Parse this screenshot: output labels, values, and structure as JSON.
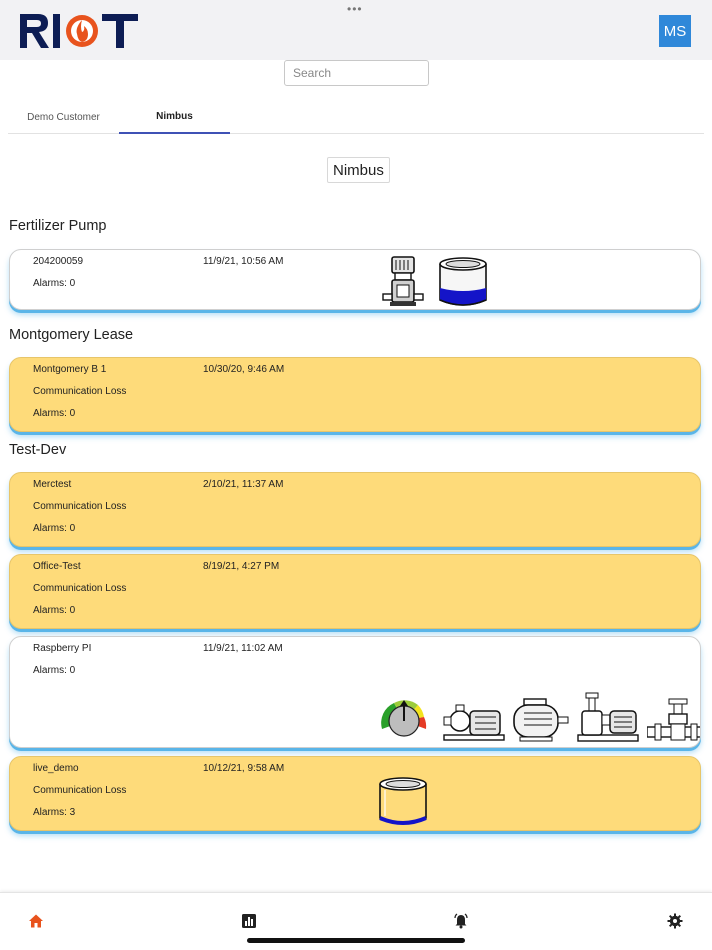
{
  "app": {
    "logo_text": "RIOT",
    "avatar_initials": "MS",
    "menu_dots": "•••"
  },
  "search": {
    "placeholder": "Search",
    "value": ""
  },
  "tabs": [
    {
      "label": "Demo Customer",
      "active": false
    },
    {
      "label": "Nimbus",
      "active": true
    }
  ],
  "page_title": "Nimbus",
  "groups": [
    {
      "title": "Fertilizer Pump",
      "devices": [
        {
          "name": "204200059",
          "time": "11/9/21, 10:56 AM",
          "status": "",
          "alarms": "Alarms: 0",
          "state": "ok",
          "equipment": [
            "vertical-pump-icon",
            "tank-icon"
          ]
        }
      ]
    },
    {
      "title": "Montgomery Lease",
      "devices": [
        {
          "name": "Montgomery B 1",
          "time": "10/30/20, 9:46 AM",
          "status": "Communication Loss",
          "alarms": "Alarms: 0",
          "state": "comm-loss",
          "equipment": []
        }
      ]
    },
    {
      "title": "Test-Dev",
      "devices": [
        {
          "name": "Merctest",
          "time": "2/10/21, 11:37 AM",
          "status": "Communication Loss",
          "alarms": "Alarms: 0",
          "state": "comm-loss",
          "equipment": []
        },
        {
          "name": "Office-Test",
          "time": "8/19/21, 4:27 PM",
          "status": "Communication Loss",
          "alarms": "Alarms: 0",
          "state": "comm-loss",
          "equipment": []
        },
        {
          "name": "Raspberry PI",
          "time": "11/9/21, 11:02 AM",
          "status": "",
          "alarms": "Alarms: 0",
          "state": "ok",
          "equipment": [
            "gauge-icon",
            "centrifugal-pump-icon",
            "motor-icon",
            "skid-pump-icon",
            "valve-icon"
          ]
        },
        {
          "name": "live_demo",
          "time": "10/12/21, 9:58 AM",
          "status": "Communication Loss",
          "alarms": "Alarms: 3",
          "state": "comm-loss",
          "equipment": [
            "tank-icon"
          ]
        }
      ]
    }
  ],
  "nav": [
    {
      "name": "home-icon",
      "active": true
    },
    {
      "name": "chart-icon",
      "active": false
    },
    {
      "name": "alarm-bell-icon",
      "active": false
    },
    {
      "name": "gear-icon",
      "active": false
    }
  ],
  "colors": {
    "accent_orange": "#e8531d",
    "logo_navy": "#0d1d54",
    "comm_loss_yellow": "#fedb7a",
    "card_glow_blue": "#5ab5e8",
    "tab_indicator": "#3f51b5",
    "avatar_blue": "#2f88d9"
  }
}
